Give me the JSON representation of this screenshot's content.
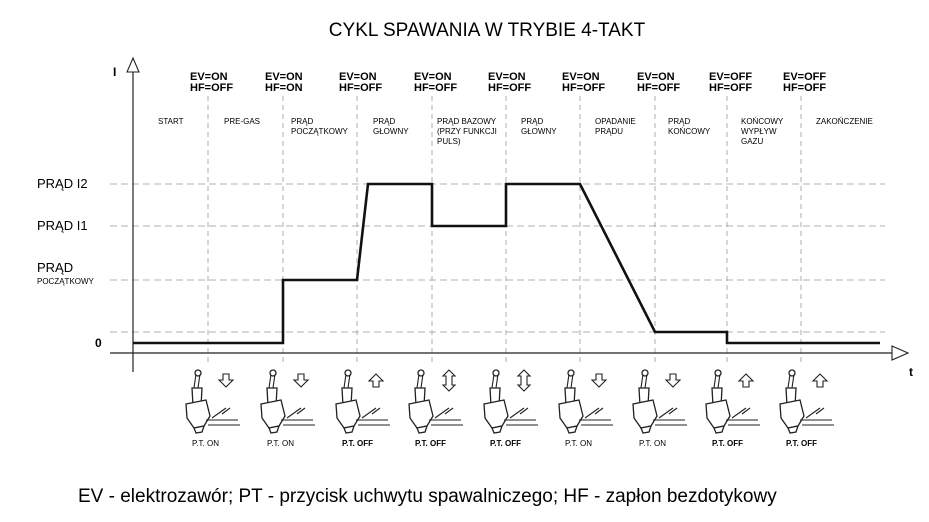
{
  "title": "CYKL SPAWANIA W TRYBIE 4-TAKT",
  "axes": {
    "y_label": "I",
    "x_label": "t"
  },
  "levels": {
    "i2": "PRĄD I2",
    "i1": "PRĄD I1",
    "poczatkowy_line1": "PRĄD",
    "poczatkowy_line2": "POCZĄTKOWY",
    "zero": "0"
  },
  "ev_states": [
    {
      "ev": "EV=ON",
      "hf": "HF=OFF"
    },
    {
      "ev": "EV=ON",
      "hf": "HF=ON"
    },
    {
      "ev": "EV=ON",
      "hf": "HF=OFF"
    },
    {
      "ev": "EV=ON",
      "hf": "HF=OFF"
    },
    {
      "ev": "EV=ON",
      "hf": "HF=OFF"
    },
    {
      "ev": "EV=ON",
      "hf": "HF=OFF"
    },
    {
      "ev": "EV=ON",
      "hf": "HF=OFF"
    },
    {
      "ev": "EV=OFF",
      "hf": "HF=OFF"
    },
    {
      "ev": "EV=OFF",
      "hf": "HF=OFF"
    }
  ],
  "phases": [
    {
      "lines": [
        "START"
      ]
    },
    {
      "lines": [
        "PRE-GAS"
      ]
    },
    {
      "lines": [
        "PRĄD",
        "POCZĄTKOWY"
      ]
    },
    {
      "lines": [
        "PRĄD",
        "GŁOWNY"
      ]
    },
    {
      "lines": [
        "PRĄD BAZOWY",
        "(PRZY FUNKCJI",
        "PULS)"
      ]
    },
    {
      "lines": [
        "PRĄD",
        "GŁOWNY"
      ]
    },
    {
      "lines": [
        "OPADANIE",
        "PRĄDU"
      ]
    },
    {
      "lines": [
        "PRĄD",
        "KOŃCOWY"
      ]
    },
    {
      "lines": [
        "KOŃCOWY",
        "WYPŁYW",
        "GAZU"
      ]
    },
    {
      "lines": [
        "ZAKOŃCZENIE"
      ]
    }
  ],
  "torches": [
    {
      "label": "P.T. ON",
      "arrow": "down"
    },
    {
      "label": "P.T. ON",
      "arrow": "down"
    },
    {
      "label": "P.T. OFF",
      "arrow": "up"
    },
    {
      "label": "P.T. OFF",
      "arrow": "both"
    },
    {
      "label": "P.T. OFF",
      "arrow": "both"
    },
    {
      "label": "P.T. ON",
      "arrow": "down"
    },
    {
      "label": "P.T. ON",
      "arrow": "down"
    },
    {
      "label": "P.T. OFF",
      "arrow": "up"
    },
    {
      "label": "P.T. OFF",
      "arrow": "up"
    }
  ],
  "legend": "EV - elektrozawór; PT - przycisk uchwytu spawalniczego; HF - zapłon bezdotykowy"
}
